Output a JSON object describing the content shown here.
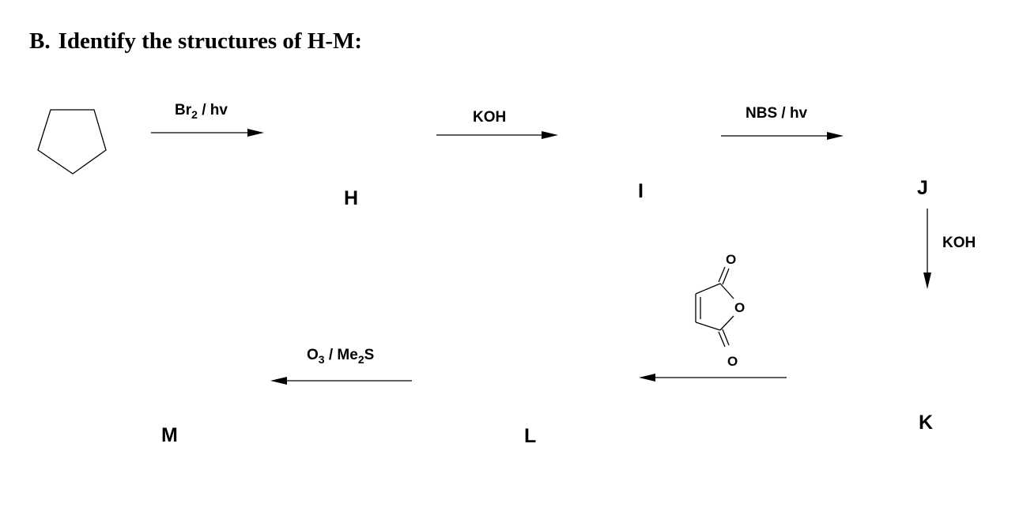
{
  "heading": {
    "part": "B.",
    "text": "Identify the structures of H-M:"
  },
  "compounds": {
    "H": "H",
    "I": "I",
    "J": "J",
    "K": "K",
    "L": "L",
    "M": "M"
  },
  "reagents": {
    "step1": {
      "a": "Br",
      "a_sub": "2",
      "b": " / hv"
    },
    "step2": {
      "text": "KOH"
    },
    "step3": {
      "text": "NBS / hv"
    },
    "step4": {
      "text": "KOH"
    },
    "step6": {
      "a": "O",
      "a_sub": "3",
      "b": " / Me",
      "b_sub": "2",
      "c": "S"
    }
  },
  "maleic_anhydride": {
    "atom_o_top": "O",
    "atom_o_ring": "O",
    "atom_o_bottom": "O"
  },
  "icons": {
    "starting_material": "cyclopentane-structure",
    "dienophile": "maleic-anhydride-structure",
    "arrows": "reaction-arrow"
  }
}
